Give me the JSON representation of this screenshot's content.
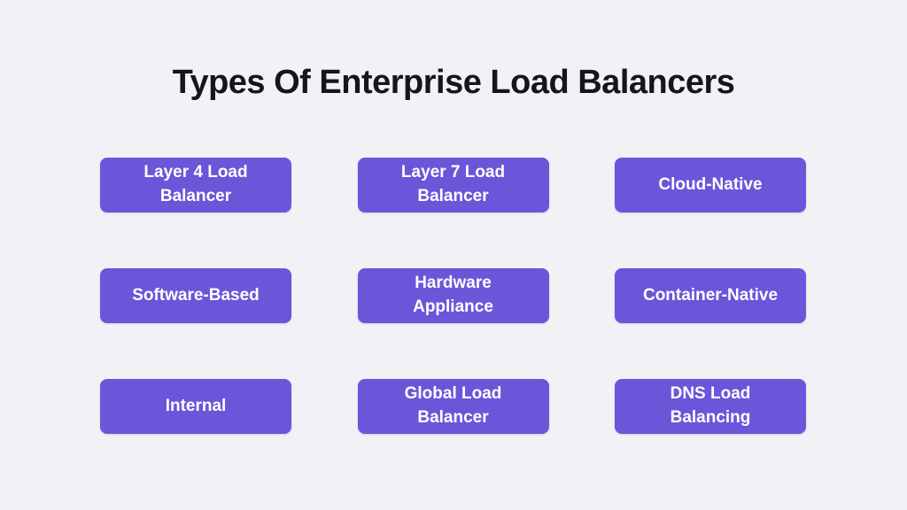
{
  "title": "Types Of Enterprise Load Balancers",
  "colors": {
    "background": "#F1F2F6",
    "box_fill": "#6C55D9",
    "box_text": "#FFFFFF",
    "title_text": "#15151E"
  },
  "grid": {
    "items": [
      {
        "label": "Layer 4 Load\nBalancer"
      },
      {
        "label": "Layer 7 Load\nBalancer"
      },
      {
        "label": "Cloud-Native"
      },
      {
        "label": "Software-Based"
      },
      {
        "label": "Hardware\nAppliance"
      },
      {
        "label": "Container-Native"
      },
      {
        "label": "Internal"
      },
      {
        "label": "Global Load\nBalancer"
      },
      {
        "label": "DNS Load\nBalancing"
      }
    ]
  }
}
